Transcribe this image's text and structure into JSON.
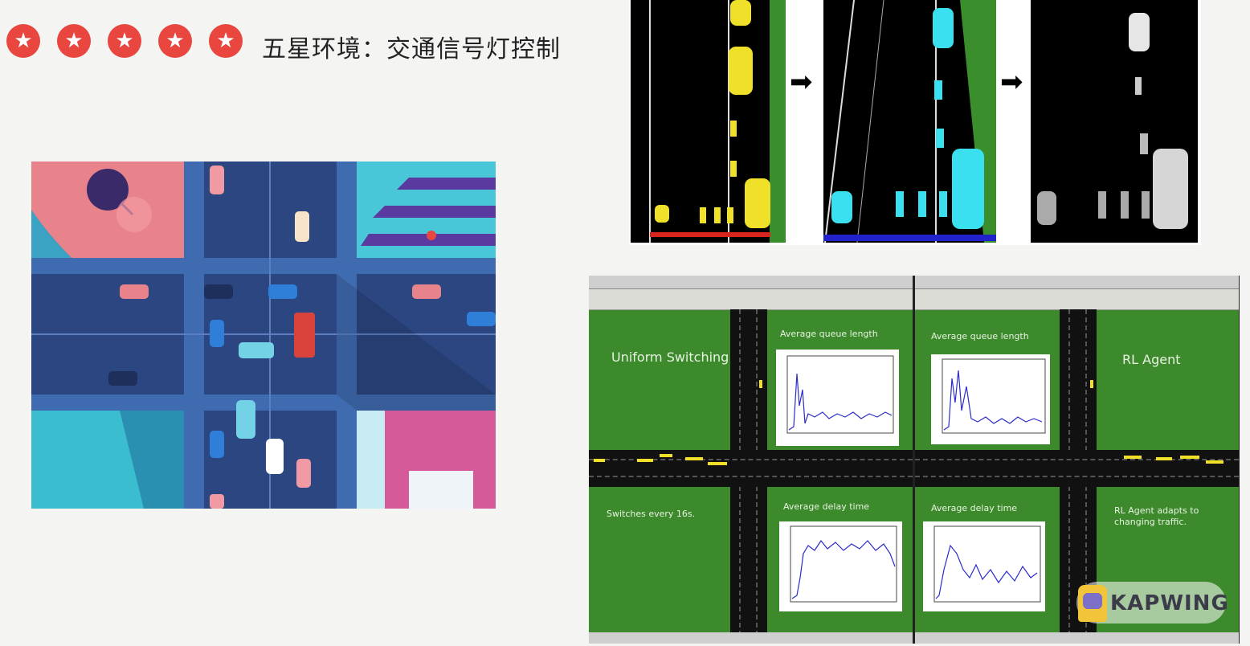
{
  "header": {
    "stars": [
      "★",
      "★",
      "★",
      "★",
      "★"
    ],
    "title": "五星环境：交通信号灯控制"
  },
  "colors": {
    "star_red": "#e8463f",
    "sim_green": "#3c8a2c",
    "plot_line": "#2b2bcc"
  },
  "pipeline": {
    "arrows": [
      "➡",
      "➡"
    ]
  },
  "simulation": {
    "left": {
      "title": "Uniform Switching",
      "subtitle": "Switches every 16s.",
      "plot1_label": "Average queue length",
      "plot2_label": "Average delay time"
    },
    "right": {
      "title": "RL Agent",
      "subtitle": "RL Agent adapts to changing traffic.",
      "plot1_label": "Average queue length",
      "plot2_label": "Average delay time"
    }
  },
  "watermark": {
    "text": "KAPWING"
  }
}
